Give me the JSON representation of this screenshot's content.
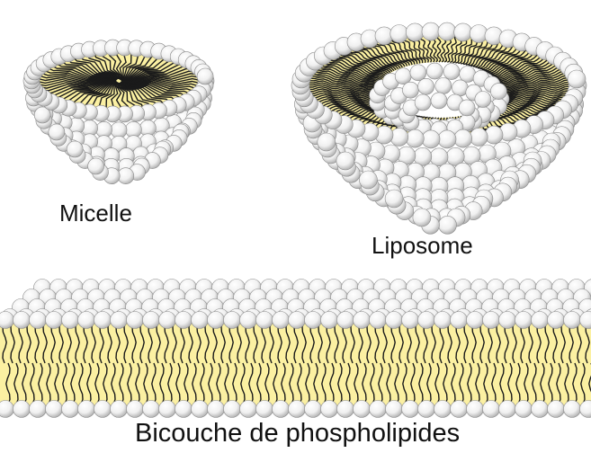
{
  "labels": {
    "micelle": "Micelle",
    "liposome": "Liposome",
    "bilayer": "Bicouche de phospholipides"
  },
  "colors": {
    "background": "#ffffff",
    "lipid_core": "#fbf0a2",
    "tail_line": "#1a1a1a",
    "head_light": "#ffffff",
    "head_shadow": "#9e9e9e",
    "head_outline": "#8a8a8a"
  },
  "icons": {
    "micelle": "micelle-structure-icon",
    "liposome": "liposome-structure-icon",
    "bilayer": "phospholipid-bilayer-icon"
  }
}
